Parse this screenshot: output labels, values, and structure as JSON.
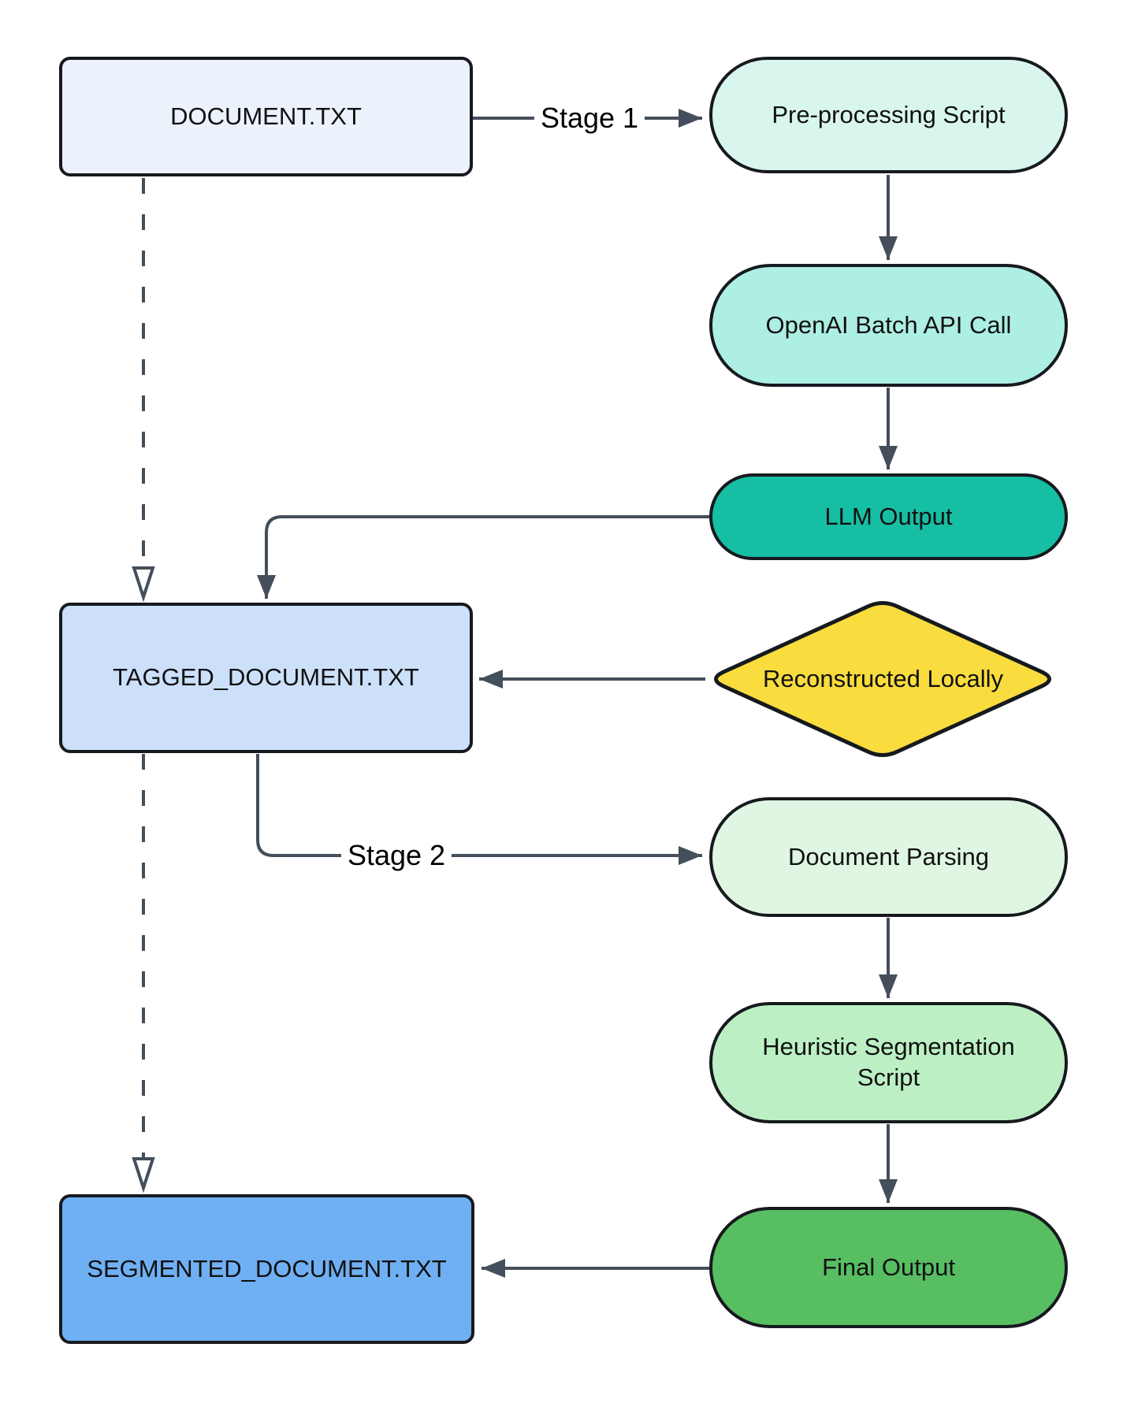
{
  "diagram": {
    "type": "flowchart",
    "nodes": {
      "document": {
        "label": "DOCUMENT.TXT",
        "shape": "rect",
        "fill": "#ECF2FC"
      },
      "pre": {
        "label": "Pre-processing Script",
        "shape": "stadium",
        "fill": "#D8F6ED"
      },
      "openai": {
        "label": "OpenAI Batch API Call",
        "shape": "stadium",
        "fill": "#ADEFE2"
      },
      "llm": {
        "label": "LLM Output",
        "shape": "stadium",
        "fill": "#16BEA3"
      },
      "tagged": {
        "label": "TAGGED_DOCUMENT.TXT",
        "shape": "rect",
        "fill": "#CCE0FA"
      },
      "diamond": {
        "label": "Reconstructed Locally",
        "shape": "diamond",
        "fill": "#F9DC3D"
      },
      "parsing": {
        "label": "Document Parsing",
        "shape": "stadium",
        "fill": "#DFF6E3"
      },
      "heuristic": {
        "label": "Heuristic Segmentation Script",
        "shape": "stadium",
        "fill": "#BCF0C4"
      },
      "final": {
        "label": "Final Output",
        "shape": "stadium",
        "fill": "#57BE62"
      },
      "segmented": {
        "label": "SEGMENTED_DOCUMENT.TXT",
        "shape": "rect",
        "fill": "#6FB0F4"
      }
    },
    "edge_labels": {
      "stage1": "Stage 1",
      "stage2": "Stage 2"
    },
    "colors": {
      "edge-color": "#454E5B",
      "node-border": "#16191E",
      "node-text": "#111111",
      "label-text": "#000000",
      "page-bg": "#FFFFFF"
    }
  }
}
